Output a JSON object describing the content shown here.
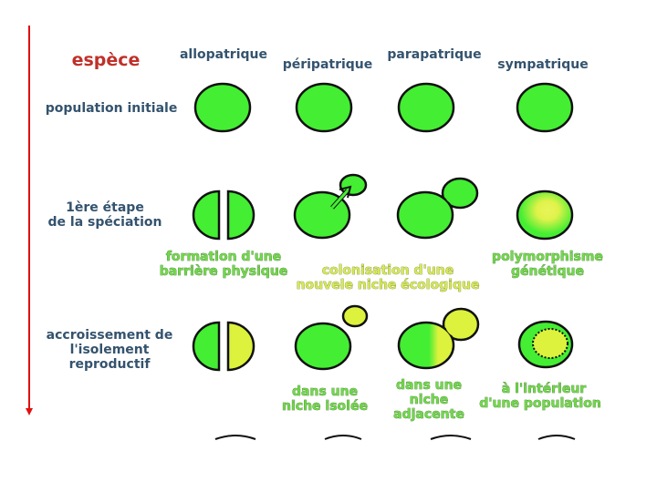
{
  "title": "espèce",
  "columns": [
    "allopatrique",
    "péripatrique",
    "parapatrique",
    "sympatrique"
  ],
  "rows": {
    "initial": "population initiale",
    "step1": [
      "1ère étape",
      "de la spéciation"
    ],
    "step2": [
      "accroissement de",
      "l'isolement",
      "reproductif"
    ]
  },
  "step1_labels": {
    "allopatrique": [
      "formation d'une",
      "barrière physique"
    ],
    "peripatrique_parapatrique": [
      "colonisation d'une",
      "nouvele niche écologique"
    ],
    "sympatrique": [
      "polymorphisme",
      "génétique"
    ]
  },
  "step2_labels": {
    "peripatrique": [
      "dans une",
      "niche isolée"
    ],
    "parapatrique": [
      "dans une",
      "niche",
      "adjacente"
    ],
    "sympatrique": [
      "à l'intérieur",
      "d'une population"
    ]
  },
  "colors": {
    "arrow": "#e01010",
    "population": "#44ee33",
    "isolated": "#dcf23c",
    "title": "#c0302a"
  }
}
